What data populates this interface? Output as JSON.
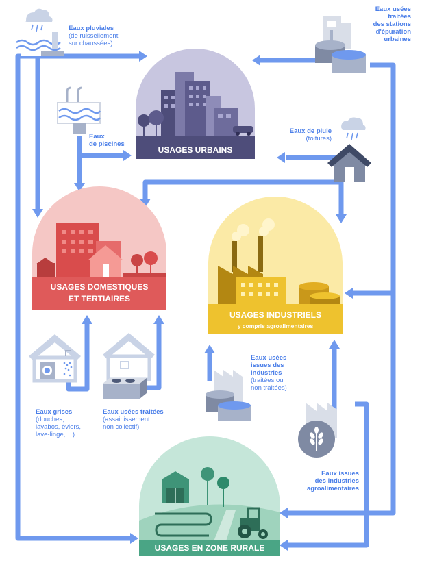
{
  "colors": {
    "flow": "#6f99ee",
    "label": "#4a7ee8",
    "urban": "#4e4d7a",
    "domestic": "#df5a5a",
    "industrial": "#eec22e",
    "rural": "#4aa585"
  },
  "zones": {
    "urban": {
      "title": "USAGES URBAINS"
    },
    "domestic": {
      "title_line1": "USAGES DOMESTIQUES",
      "title_line2": "ET TERTIAIRES"
    },
    "industrial": {
      "title": "USAGES INDUSTRIELS",
      "subtitle": "y compris agroalimentaires"
    },
    "rural": {
      "title": "USAGES EN ZONE RURALE"
    }
  },
  "sources": {
    "pluviales": {
      "line1": "Eaux pluviales",
      "line2": "(de ruissellement",
      "line3": "sur chaussées)"
    },
    "step": {
      "line1": "Eaux usées",
      "line2": "traitées",
      "line3": "des stations",
      "line4": "d'épuration",
      "line5": "urbaines"
    },
    "piscines": {
      "line1": "Eaux",
      "line2": "de piscines"
    },
    "pluie": {
      "line1": "Eaux de pluie",
      "line2": "(toitures)"
    },
    "grises": {
      "line1": "Eaux grises",
      "line2": "(douches,",
      "line3": "lavabos, éviers,",
      "line4": "lave-linge, ...)"
    },
    "anc": {
      "line1": "Eaux usées traitées",
      "line2": "(assainissement",
      "line3": "non collectif)"
    },
    "industrielles": {
      "line1": "Eaux usées",
      "line2": "issues des",
      "line3": "industries",
      "line4": "(traitées ou",
      "line5": "non traitées)"
    },
    "agro": {
      "line1": "Eaux issues",
      "line2": "des industries",
      "line3": "agroalimentaires"
    }
  }
}
